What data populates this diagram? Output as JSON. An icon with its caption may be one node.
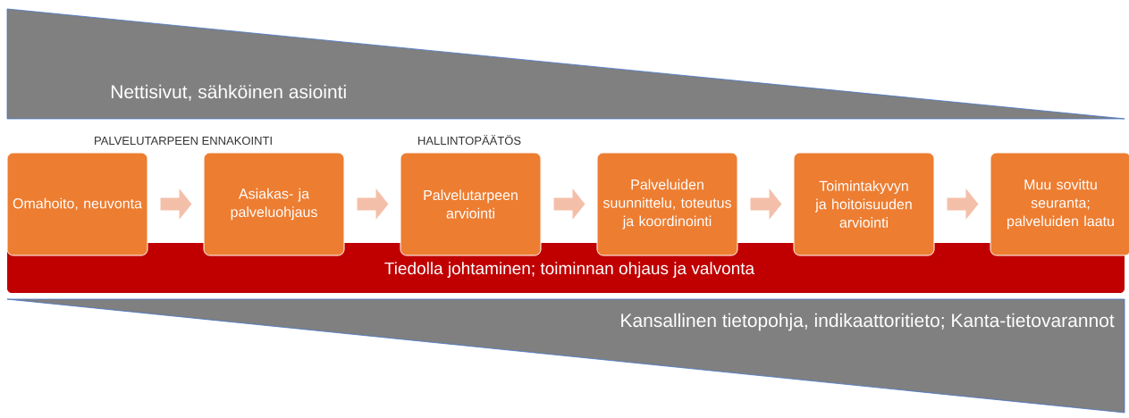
{
  "diagram": {
    "nodes": [
      {
        "text": [
          "Nettisivut, sähköinen asiointi"
        ]
      },
      {
        "text": [
          "Tiedolla johtaminen; toiminnan ohjaus ja valvonta"
        ]
      },
      {
        "text": [
          "Omahoito, neuvonta"
        ]
      },
      {
        "text": [
          "Asiakas- ja palveluohjaus"
        ]
      },
      {
        "text": [
          "Palvelutarpeen arviointi"
        ]
      },
      {
        "text": [
          "Palveluiden suunnittelu, toteutus ja koordinointi"
        ]
      },
      {
        "text": [
          "Toimintakyvyn ja hoitoisuuden arviointi"
        ]
      },
      {
        "text": [
          "Muu sovittu seuranta; palveluiden laatu"
        ]
      },
      {
        "text": [
          "Kansallinen tietopohja, indikaattoritieto; Kanta-tietovarannot"
        ]
      }
    ],
    "edges": [
      {
        "from": 2,
        "to": 3,
        "arrow": "to"
      },
      {
        "from": 3,
        "to": 4,
        "arrow": "to"
      },
      {
        "from": 4,
        "to": 5,
        "arrow": "to"
      },
      {
        "from": 5,
        "to": 6,
        "arrow": "to"
      },
      {
        "from": 6,
        "to": 7,
        "arrow": "to"
      }
    ],
    "labels": [
      "PALVELUTARPEEN ENNAKOINTI",
      "HALLINTOPÄÄTÖS"
    ]
  }
}
